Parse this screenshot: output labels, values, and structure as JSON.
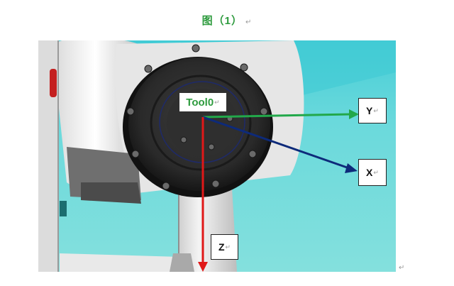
{
  "caption": {
    "text": "图（1）",
    "mark": "↵"
  },
  "figure": {
    "tool_label": "Tool0",
    "axes": {
      "y_label": "Y",
      "x_label": "X",
      "z_label": "Z"
    },
    "paragraph_mark": "↵",
    "colors": {
      "background": "#6fd6d9",
      "y_axis": "#22a84a",
      "x_axis": "#0d2a7a",
      "z_axis": "#e01818",
      "label_text": "#2e9b3e"
    }
  },
  "end_mark": "↵"
}
